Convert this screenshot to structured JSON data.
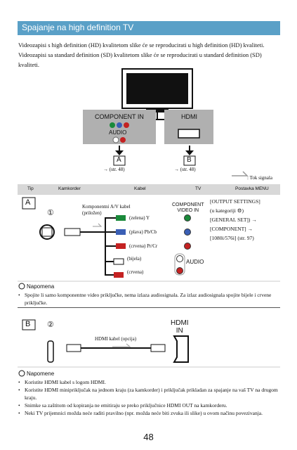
{
  "header": {
    "title": "Spajanje na high definition TV"
  },
  "intro": "Videozapisi s high definition (HD) kvalitetom slike će se reproducirati u high definition (HD) kvaliteti. Videozapisi sa standard definition (SD) kvalitetom slike će se reproducirati u standard definition (SD) kvaliteti.",
  "diagram": {
    "component_in": "COMPONENT IN",
    "audio": "AUDIO",
    "hdmi": "HDMI",
    "letter_a": "A",
    "letter_b": "B",
    "ref_a": "→ (str. 48)",
    "ref_b": "→ (str. 48)",
    "signal_flow": ": Tok signala"
  },
  "table": {
    "headers": [
      "Tip",
      "Kamkorder",
      "Kabel",
      "TV",
      "Postavka MENU"
    ]
  },
  "row_a": {
    "type": "A",
    "num": "①",
    "cable_label": "Komponentni A/V kabel\n(priložen)",
    "wire_green": "(zelena) Y",
    "wire_blue": "(plava) Pb/Cb",
    "wire_red": "(crvena) Pr/Cr",
    "wire_white": "(bijela)",
    "wire_red2": "(crvena)",
    "tv_label": "COMPONENT\nVIDEO IN",
    "tv_audio": "AUDIO",
    "menu": "[OUTPUT SETTINGS]\n(u kategoriji ⚙)\n[GENERAL SET]) →\n[COMPONENT] →\n[1080i/576i] (str. 97)"
  },
  "note1": {
    "title": "Napomena",
    "items": [
      "Spojite li samo komponentne video priključke, nema izlaza audiosignala. Za izlaz audiosignala spojite bijele i crvene priključke."
    ]
  },
  "row_b": {
    "type": "B",
    "num": "②",
    "cable_label": "HDMI kabel (opcija)",
    "tv_label": "HDMI\nIN"
  },
  "note2": {
    "title": "Napomene",
    "items": [
      "Koristite HDMI kabel s logom HDMI.",
      "Koristite HDMI minipriključak na jednom kraju (za kamkorder) i priključak prikladan za spajanje na vaš TV na drugom kraju.",
      "Snimke sa zaštitom od kopiranja ne emitiraju se preko priključnice HDMI OUT na kamkorderu.",
      "Neki TV prijemnici možda neće raditi pravilno (npr. možda neće biti zvuka ili slike) u ovom načinu povezivanja."
    ]
  },
  "page_number": "48"
}
